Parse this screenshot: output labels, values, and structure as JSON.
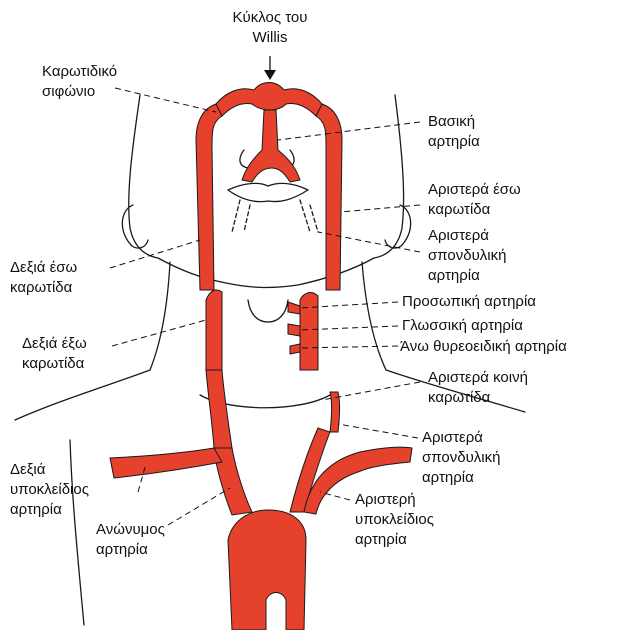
{
  "colors": {
    "artery": "#e5412d",
    "outline": "#1a1a1a",
    "leader": "#111111"
  },
  "labels": {
    "circle_willis": [
      "Κύκλος του",
      "Willis"
    ],
    "carotid_siphon": [
      "Καρωτιδικό",
      "σιφώνιο"
    ],
    "basilar": [
      "Βασική",
      "αρτηρία"
    ],
    "left_internal_carotid": [
      "Αριστερά έσω",
      "καρωτίδα"
    ],
    "left_vertebral_upper": [
      "Αριστερά",
      "σπονδυλική",
      "αρτηρία"
    ],
    "right_internal_carotid": [
      "Δεξιά έσω",
      "καρωτίδα"
    ],
    "facial": "Προσωπική αρτηρία",
    "lingual": "Γλωσσική αρτηρία",
    "superior_thyroid": "Άνω θυρεοειδική αρτηρία",
    "right_external_carotid": [
      "Δεξιά έξω",
      "καρωτίδα"
    ],
    "left_common_carotid": [
      "Αριστερά κοινή",
      "καρωτίδα"
    ],
    "left_vertebral_lower": [
      "Αριστερά",
      "σπονδυλική",
      "αρτηρία"
    ],
    "right_subclavian": [
      "Δεξιά",
      "υποκλείδιος",
      "αρτηρία"
    ],
    "left_subclavian": [
      "Αριστερή",
      "υποκλείδιος",
      "αρτηρία"
    ],
    "innominate": [
      "Ανώνυμος",
      "αρτηρία"
    ]
  }
}
